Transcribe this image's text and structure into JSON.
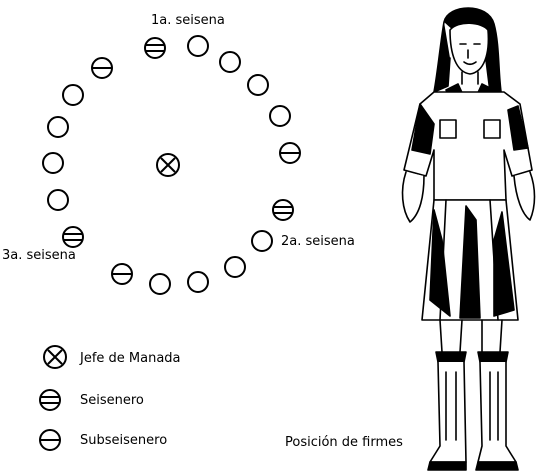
{
  "labels": {
    "seisena1": "1a. seisena",
    "seisena2": "2a. seisena",
    "seisena3": "3a. seisena"
  },
  "legend": {
    "jefe": "Jefe de Manada",
    "seisenero": "Seisenero",
    "subseisenero": "Subseisenero"
  },
  "caption": "Posición de firmes"
}
